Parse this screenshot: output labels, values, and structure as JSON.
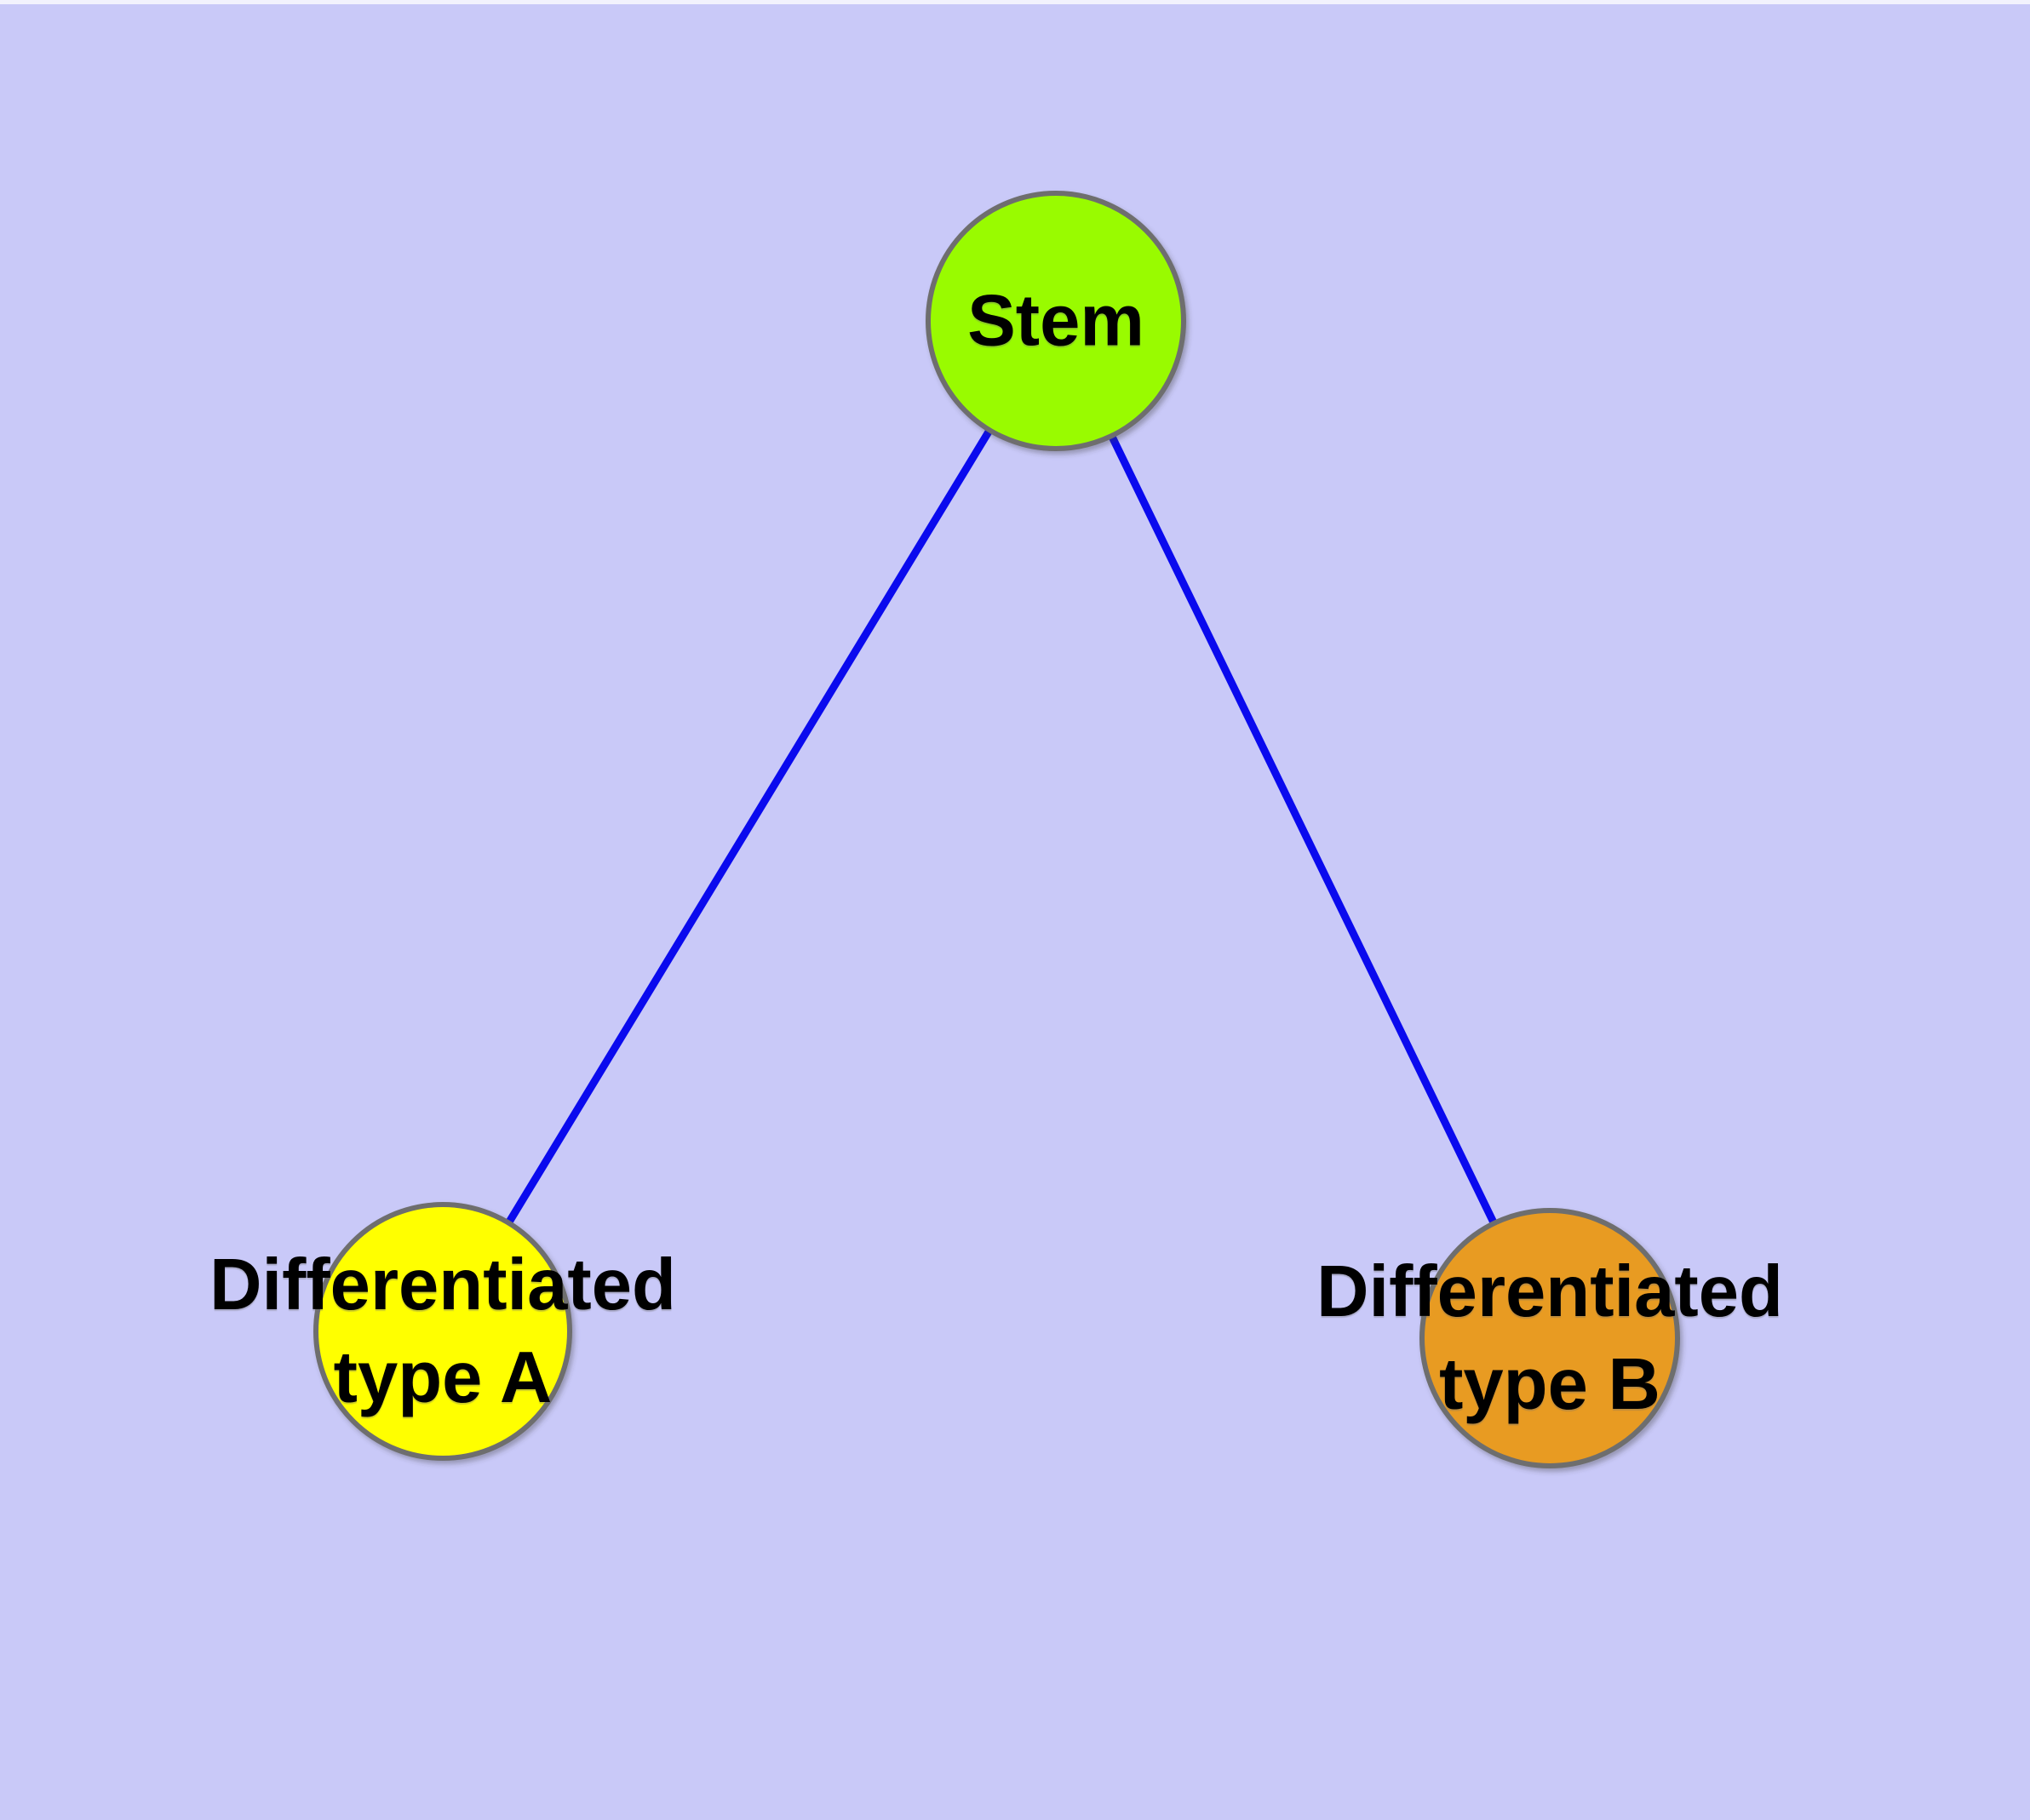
{
  "diagram": {
    "background_color": "#c9c9f8",
    "edge_color": "#0a0aee",
    "node_border_color": "#6e6e6e",
    "text_color": "#000000",
    "nodes": {
      "stem": {
        "label": "Stem",
        "fill": "#99fb01"
      },
      "type_a": {
        "label_line1": "Differentiated",
        "label_line2": "type A",
        "fill": "#ffff00"
      },
      "type_b": {
        "label_line1": "Differentiated",
        "label_line2": "type B",
        "fill": "#e89b20"
      }
    },
    "edges": [
      {
        "from": "Stem",
        "to": "Differentiated type A"
      },
      {
        "from": "Stem",
        "to": "Differentiated type B"
      }
    ]
  }
}
